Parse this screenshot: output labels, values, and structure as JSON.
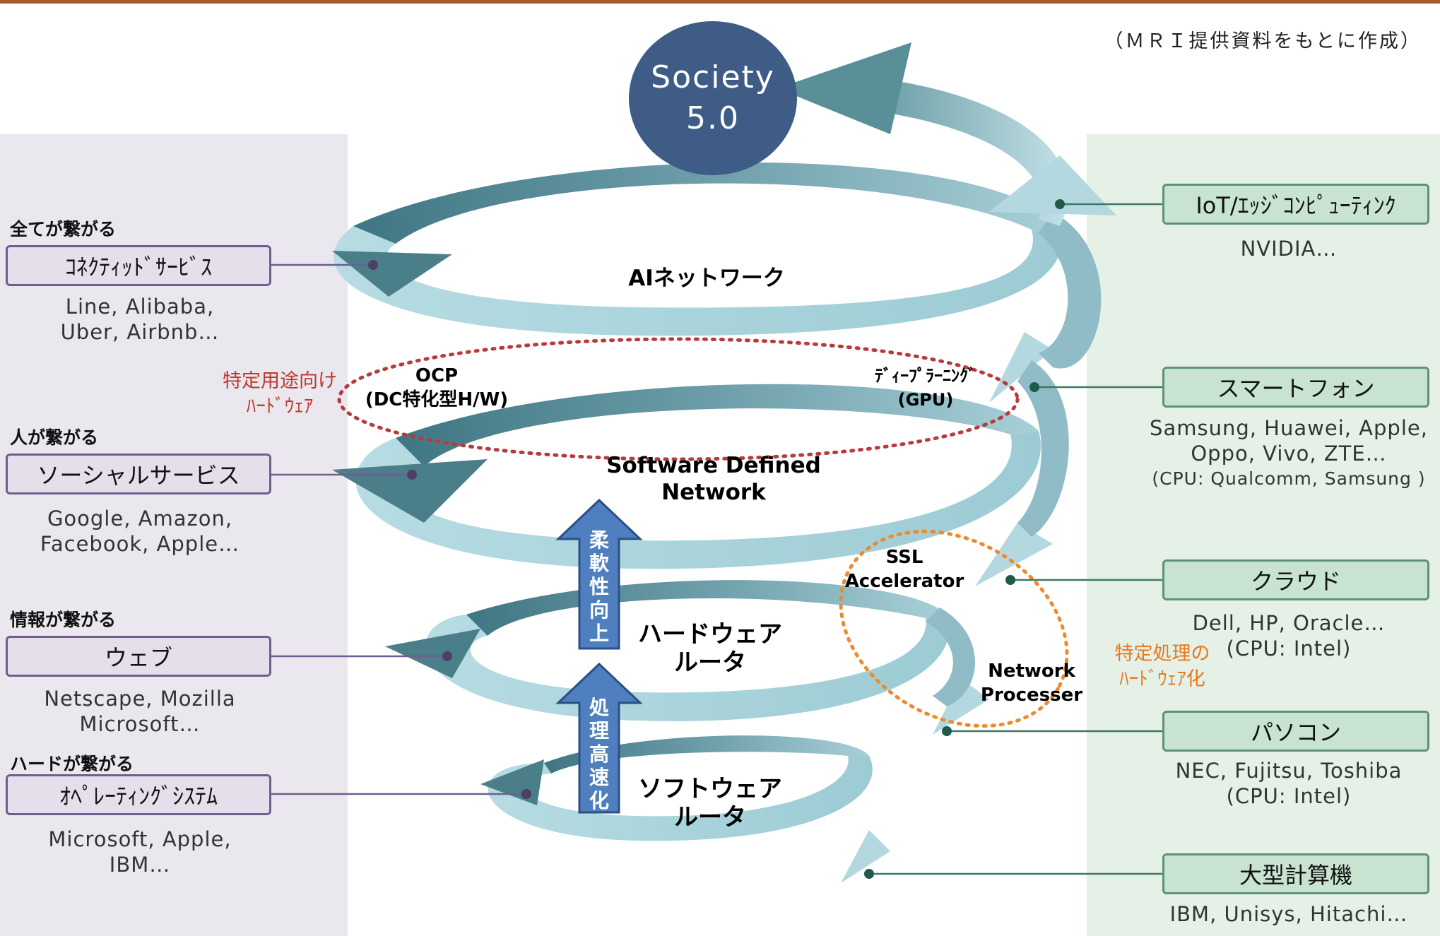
{
  "caption": "（ＭＲＩ提供資料をもとに作成）",
  "center": {
    "line1": "Society",
    "line2": "5.0"
  },
  "left": [
    {
      "heading": "全てが繋がる",
      "box": "ｺﾈｸﾃｨｯﾄﾞｻｰﾋﾞｽ",
      "sub1": "Line, Alibaba,",
      "sub2": "Uber, Airbnb…"
    },
    {
      "heading": "人が繋がる",
      "box": "ソーシャルサービス",
      "sub1": "Google, Amazon,",
      "sub2": "Facebook, Apple…"
    },
    {
      "heading": "情報が繋がる",
      "box": "ウェブ",
      "sub1": "Netscape, Mozilla",
      "sub2": "Microsoft…"
    },
    {
      "heading": "ハードが繋がる",
      "box": "ｵﾍﾟﾚｰﾃｨﾝｸﾞｼｽﾃﾑ",
      "sub1": "Microsoft, Apple,",
      "sub2": "IBM…"
    }
  ],
  "right": [
    {
      "box": "IoT/ｴｯｼﾞｺﾝﾋﾟｭｰﾃｨﾝｸ",
      "sub1": "NVIDIA…",
      "sub2": "",
      "sub3": ""
    },
    {
      "box": "スマートフォン",
      "sub1": "Samsung, Huawei, Apple,",
      "sub2": "Oppo, Vivo, ZTE…",
      "sub3": "(CPU: Qualcomm, Samsung )"
    },
    {
      "box": "クラウド",
      "sub1": "Dell, HP, Oracle…",
      "sub2": "(CPU: Intel)",
      "sub3": ""
    },
    {
      "box": "パソコン",
      "sub1": "NEC, Fujitsu, Toshiba",
      "sub2": "(CPU: Intel)",
      "sub3": ""
    },
    {
      "box": "大型計算機",
      "sub1": "IBM, Unisys, Hitachi…",
      "sub2": "",
      "sub3": ""
    }
  ],
  "spiral_labels": {
    "ai": "AIネットワーク",
    "sdn1": "Software Defined",
    "sdn2": "Network",
    "hw1": "ハードウェア",
    "hw2": "ルータ",
    "sw1": "ソフトウェア",
    "sw2": "ルータ"
  },
  "annotations": {
    "ocp1": "OCP",
    "ocp2": "(DC特化型H/W)",
    "dl1": "ﾃﾞｨｰﾌﾟﾗｰﾆﾝｸﾞ",
    "dl2": "(GPU)",
    "ssl1": "SSL",
    "ssl2": "Accelerator",
    "np1": "Network",
    "np2": "Processer",
    "red1": "特定用途向け",
    "red2": "ﾊｰﾄﾞｳｪｱ",
    "orange1": "特定処理の",
    "orange2": "ﾊｰﾄﾞｳｪｱ化"
  },
  "arrows": {
    "flex": "柔軟性向上",
    "speed": "処理高速化"
  },
  "colors": {
    "dark_teal": "#4a7f8a",
    "light_teal": "#b4d8e0",
    "society": "#3e5c85",
    "up_arrow": "#4f7fbe",
    "left_box_border": "#6f5e8f",
    "right_box_fill": "#c8e4d1",
    "red_dotted": "#b83a3a",
    "orange_dotted": "#ee8a2a"
  }
}
